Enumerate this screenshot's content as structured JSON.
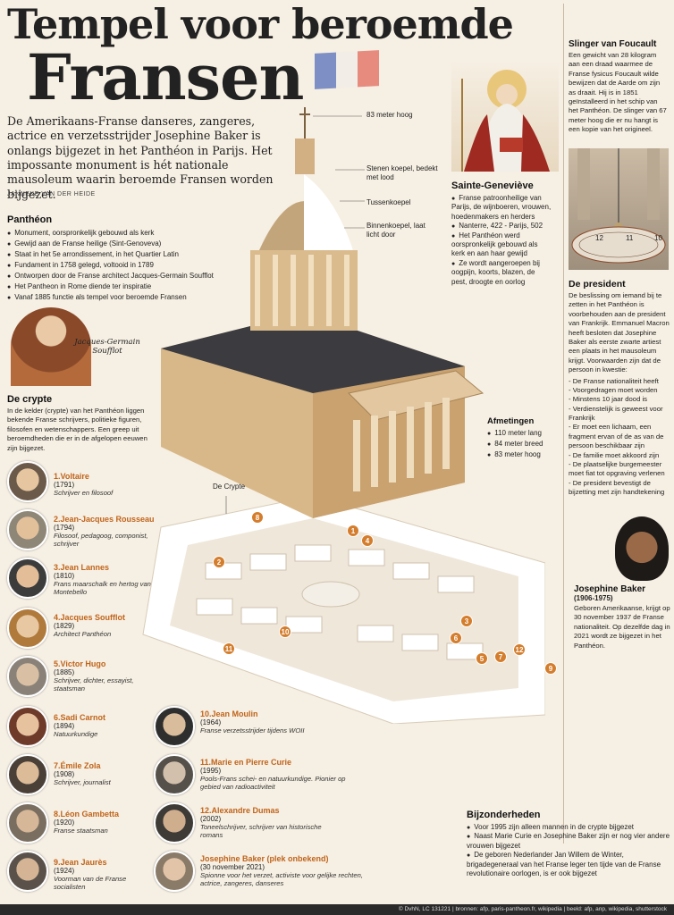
{
  "title_line1": "Tempel voor beroemde",
  "title_line2": "Fransen",
  "intro": "De Amerikaans-Franse danseres, zangeres, actrice en verzetsstrijder Josephine Baker is onlangs bijgezet in het Panthéon in Parijs. Het impossante monument is hét nationale mausoleum waarin beroemde Fransen worden bijgezet.",
  "byline": "JANNEKE VAN DER HEIDE",
  "colors": {
    "accent": "#c0641a",
    "badge": "#d47d2c",
    "background": "#f6efe3"
  },
  "pantheon": {
    "heading": "Panthéon",
    "items": [
      "Monument, oorspronkelijk gebouwd als kerk",
      "Gewijd aan de Franse heilige (Sint-Genoveva)",
      "Staat in het 5e arrondissement, in het Quartier Latin",
      "Fundament in 1758 gelegd, voltooid in 1789",
      "Ontworpen door de Franse architect Jacques-Germain Soufflot",
      "Het Pantheon in Rome diende ter inspiratie",
      "Vanaf 1885 functie als tempel voor beroemde Fransen"
    ]
  },
  "soufflot_caption": "Jacques-Germain Soufflot",
  "crypte": {
    "heading": "De crypte",
    "text": "In de kelder (crypte) van het Panthéon liggen bekende Franse schrijvers, politieke figuren, filosofen en wetenschappers. Een greep uit beroemdheden die er in de afgelopen eeuwen zijn bijgezet."
  },
  "people": [
    {
      "name": "1.Voltaire",
      "year": "(1791)",
      "desc": "Schrijver en filosoof"
    },
    {
      "name": "2.Jean-Jacques Rousseau",
      "year": "(1794)",
      "desc": "Filosoof, pedagoog, componist, schrijver"
    },
    {
      "name": "3.Jean Lannes",
      "year": "(1810)",
      "desc": "Frans maarschalk en hertog van Montebello"
    },
    {
      "name": "4.Jacques Soufflot",
      "year": "(1829)",
      "desc": "Architect Panthéon"
    },
    {
      "name": "5.Victor Hugo",
      "year": "(1885)",
      "desc": "Schrijver, dichter, essayist, staatsman"
    },
    {
      "name": "6.Sadi Carnot",
      "year": "(1894)",
      "desc": "Natuurkundige"
    },
    {
      "name": "7.Émile Zola",
      "year": "(1908)",
      "desc": "Schrijver, journalist"
    },
    {
      "name": "8.Léon Gambetta",
      "year": "(1920)",
      "desc": "Franse staatsman"
    },
    {
      "name": "9.Jean Jaurès",
      "year": "(1924)",
      "desc": "Voorman van de Franse socialisten"
    },
    {
      "name": "10.Jean Moulin",
      "year": "(1964)",
      "desc": "Franse verzetsstrijder tijdens WOII"
    },
    {
      "name": "11.Marie en Pierre Curie",
      "year": "(1995)",
      "desc": "Pools-Frans schei- en natuurkundige. Pionier op gebied van radioactiviteit"
    },
    {
      "name": "12.Alexandre Dumas",
      "year": "(2002)",
      "desc": "Toneelschrijver, schrijver van historische romans"
    },
    {
      "name": "Josephine Baker (plek onbekend)",
      "year": "(30 november 2021)",
      "desc": "Spionne voor het verzet, activiste voor gelijke rechten, actrice, zangeres, danseres"
    }
  ],
  "building_labels": {
    "height": "83 meter hoog",
    "stone_dome": "Stenen koepel, bedekt met lood",
    "middle_dome": "Tussenkoepel",
    "inner_dome": "Binnenkoepel, laat licht door",
    "crypte": "De Crypte"
  },
  "afmetingen": {
    "heading": "Afmetingen",
    "items": [
      "110 meter lang",
      "84 meter breed",
      "83 meter hoog"
    ]
  },
  "genevieve": {
    "heading": "Sainte-Geneviève",
    "items": [
      "Franse patroonheilige van Parijs, de wijnboeren, vrouwen, hoedenmakers en herders",
      "Nanterre, 422 - Parijs, 502",
      "Het Panthéon werd oorspronkelijk gebouwd als kerk en aan haar gewijd",
      "Ze wordt aangeroepen bij oogpijn, koorts, blazen, de pest, droogte en oorlog"
    ]
  },
  "foucault": {
    "heading": "Slinger van Foucault",
    "text": "Een gewicht van 28 kilogram aan een draad waarmee de Franse fysicus Foucault wilde bewijzen dat de Aarde om zijn as draait. Hij is in 1851 geïnstalleerd in het schip van het Panthéon. De slinger van 67 meter hoog die er nu hangt is een kopie van het origineel.",
    "dial": [
      "12",
      "11",
      "10"
    ]
  },
  "president": {
    "heading": "De president",
    "text": "De beslissing om iemand bij te zetten in het Panthéon is voorbehouden aan de president van Frankrijk. Emmanuel Macron heeft besloten dat Josephine Baker als eerste zwarte artiest een plaats in het mausoleum krijgt. Voorwaarden zijn dat de persoon in kwestie:",
    "items": [
      "De Franse nationaliteit heeft",
      "Voorgedragen moet worden",
      "Minstens 10 jaar dood is",
      "Verdienstelijk is geweest voor Frankrijk",
      "Er moet een lichaam, een fragment ervan of de as van de persoon beschikbaar zijn",
      "De familie moet akkoord zijn",
      "De plaatselijke burgemeester moet fiat tot opgraving verlenen",
      "De president bevestigt de bijzetting met zijn handtekening"
    ]
  },
  "baker": {
    "name": "Josephine Baker",
    "years": "(1906-1975)",
    "text": "Geboren Amerikaanse, krijgt op 30 november 1937 de Franse nationaliteit. Op dezelfde dag in 2021 wordt ze bijgezet in het Panthéon."
  },
  "bijzonderheden": {
    "heading": "Bijzonderheden",
    "items": [
      "Voor 1995 zijn alleen mannen in de crypte bijgezet",
      "Naast Marie Curie en Josephine Baker zijn er nog vier andere vrouwen bijgezet",
      "De geboren Nederlander Jan Willem de Winter, brigadegeneraal van het Franse leger ten tijde van de Franse revolutionaire oorlogen, is er ook bijgezet"
    ]
  },
  "crypt_markers": [
    "1",
    "2",
    "3",
    "4",
    "5",
    "6",
    "7",
    "8",
    "9",
    "10",
    "11",
    "12"
  ],
  "footer": "© DvhN, LC 131221 | bronnen: afp, paris-pantheon.fr, wikipedia | beeld: afp, anp, wikipedia, shutterstock"
}
